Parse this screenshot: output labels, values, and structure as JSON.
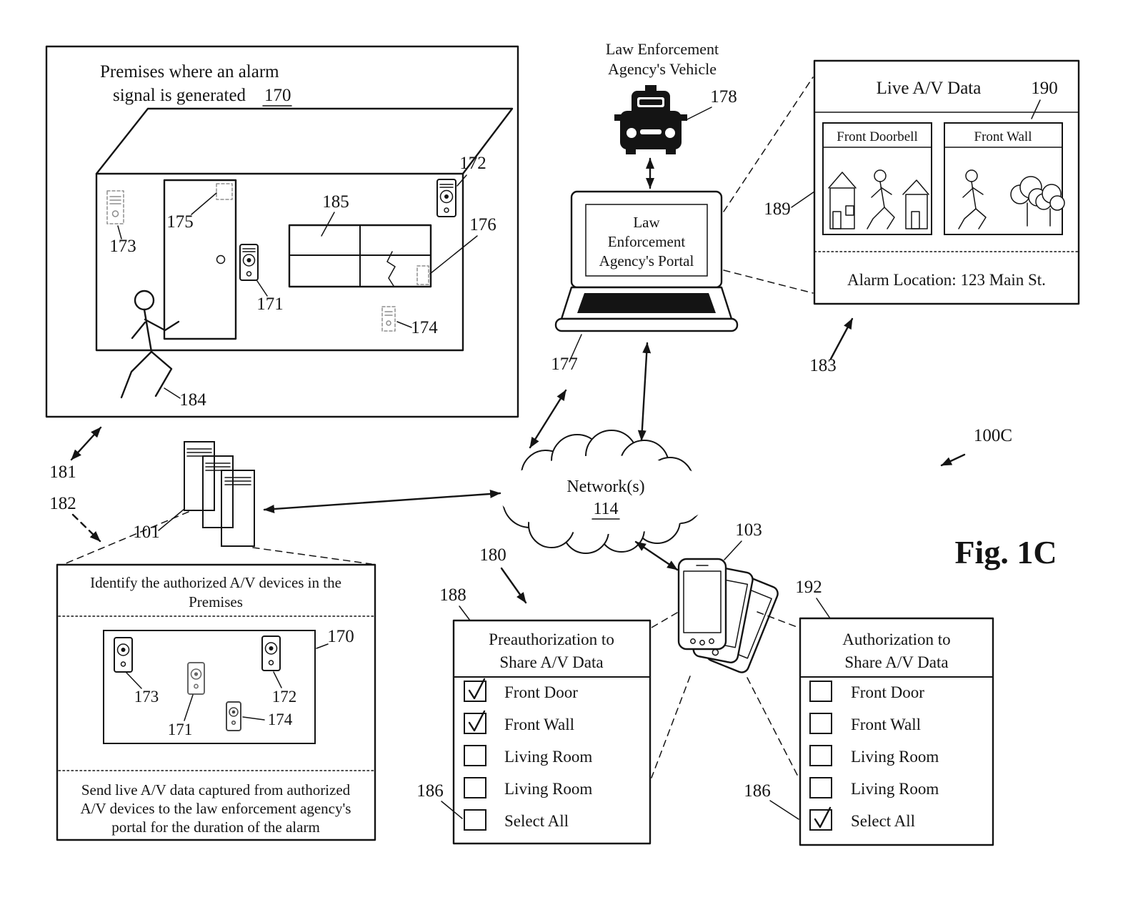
{
  "figure": {
    "label": "Fig. 1C",
    "system_ref": "100C"
  },
  "premises": {
    "title_line1": "Premises where an alarm",
    "title_line2": "signal is generated",
    "ref": "170",
    "door_sensor_ref": "175",
    "left_device_ref": "173",
    "doorbell_ref": "171",
    "window_ref": "185",
    "window_sensor_ref": "176",
    "camera_ref": "172",
    "bottom_sensor_ref": "174",
    "person_ref": "184",
    "arrow_ref_1": "181",
    "arrow_ref_2": "182"
  },
  "vehicle": {
    "caption_line1": "Law Enforcement",
    "caption_line2": "Agency's Vehicle",
    "ref": "178"
  },
  "portal": {
    "screen_line1": "Law",
    "screen_line2": "Enforcement",
    "screen_line3": "Agency's Portal",
    "ref": "177"
  },
  "live_av": {
    "title": "Live A/V Data",
    "ref": "190",
    "panel_1_title": "Front Doorbell",
    "panel_2_title": "Front Wall",
    "alarm_location": "Alarm Location: 123 Main St.",
    "left_ref": "189",
    "arrow_ref": "183"
  },
  "network": {
    "name": "Network(s)",
    "ref": "114"
  },
  "backend": {
    "ref": "101"
  },
  "identify_box": {
    "top_line1": "Identify the authorized A/V devices in the",
    "top_line2": "Premises",
    "inner_ref": "170",
    "device_refs": {
      "d173": "173",
      "d171": "171",
      "d172": "172",
      "d174": "174"
    },
    "bottom_line1": "Send live A/V data captured from authorized",
    "bottom_line2": "A/V devices to the law enforcement agency's",
    "bottom_line3": "portal for the duration of the alarm"
  },
  "phones": {
    "ref": "103"
  },
  "preauth_panel": {
    "ref": "188",
    "pointer_ref": "180",
    "side_ref": "186",
    "title_line1": "Preauthorization to",
    "title_line2": "Share A/V Data",
    "items": [
      {
        "label": "Front Door",
        "checked": true
      },
      {
        "label": "Front Wall",
        "checked": true
      },
      {
        "label": "Living Room",
        "checked": false
      },
      {
        "label": "Living Room",
        "checked": false
      },
      {
        "label": "Select All",
        "checked": false
      }
    ]
  },
  "auth_panel": {
    "ref": "192",
    "side_ref": "186",
    "title_line1": "Authorization to",
    "title_line2": "Share A/V Data",
    "items": [
      {
        "label": "Front Door",
        "checked": false
      },
      {
        "label": "Front Wall",
        "checked": false
      },
      {
        "label": "Living Room",
        "checked": false
      },
      {
        "label": "Living Room",
        "checked": false
      },
      {
        "label": "Select All",
        "checked": true
      }
    ]
  }
}
